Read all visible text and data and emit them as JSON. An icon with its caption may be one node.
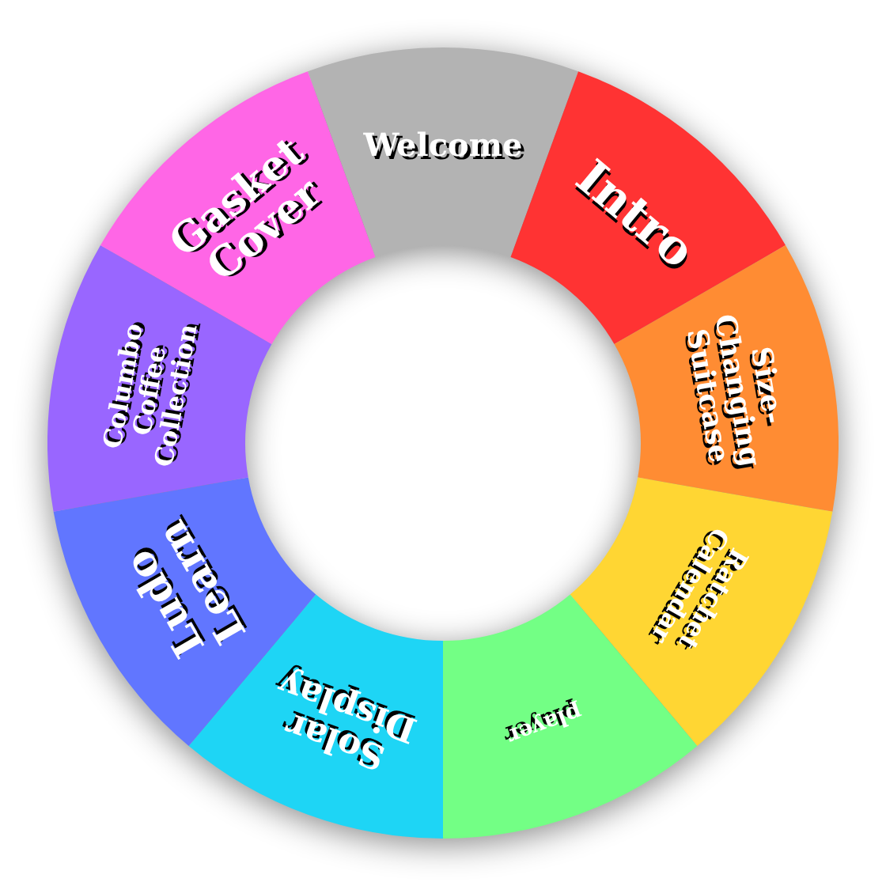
{
  "diagram": {
    "nodes": [
      {
        "text": [
          "Welcome"
        ]
      },
      {
        "text": [
          "Intro"
        ]
      },
      {
        "text": [
          "Size-Changing Suitcase"
        ]
      },
      {
        "text": [
          "Ratchet Calendar"
        ]
      },
      {
        "text": [
          "player"
        ]
      },
      {
        "text": [
          "Solar Display"
        ]
      },
      {
        "text": [
          "Ludo Learn"
        ]
      },
      {
        "text": [
          "Columbo Coffee Collection"
        ]
      },
      {
        "text": [
          "Gasket Cover"
        ]
      }
    ]
  }
}
